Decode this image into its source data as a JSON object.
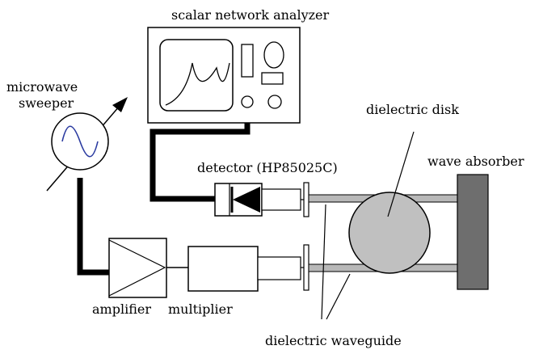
{
  "labels": {
    "analyzer": "scalar network analyzer",
    "sweeper_line1": "microwave",
    "sweeper_line2": "sweeper",
    "disk": "dielectric disk",
    "detector": "detector (HP85025C)",
    "absorber": "wave absorber",
    "amplifier": "amplifier",
    "multiplier": "multiplier",
    "waveguide": "dielectric waveguide"
  },
  "colors": {
    "disk_fill": "#c0c0c0",
    "absorber_fill": "#6e6e6e",
    "waveguide_fill": "#b8b8b8",
    "cable": "#000000"
  }
}
